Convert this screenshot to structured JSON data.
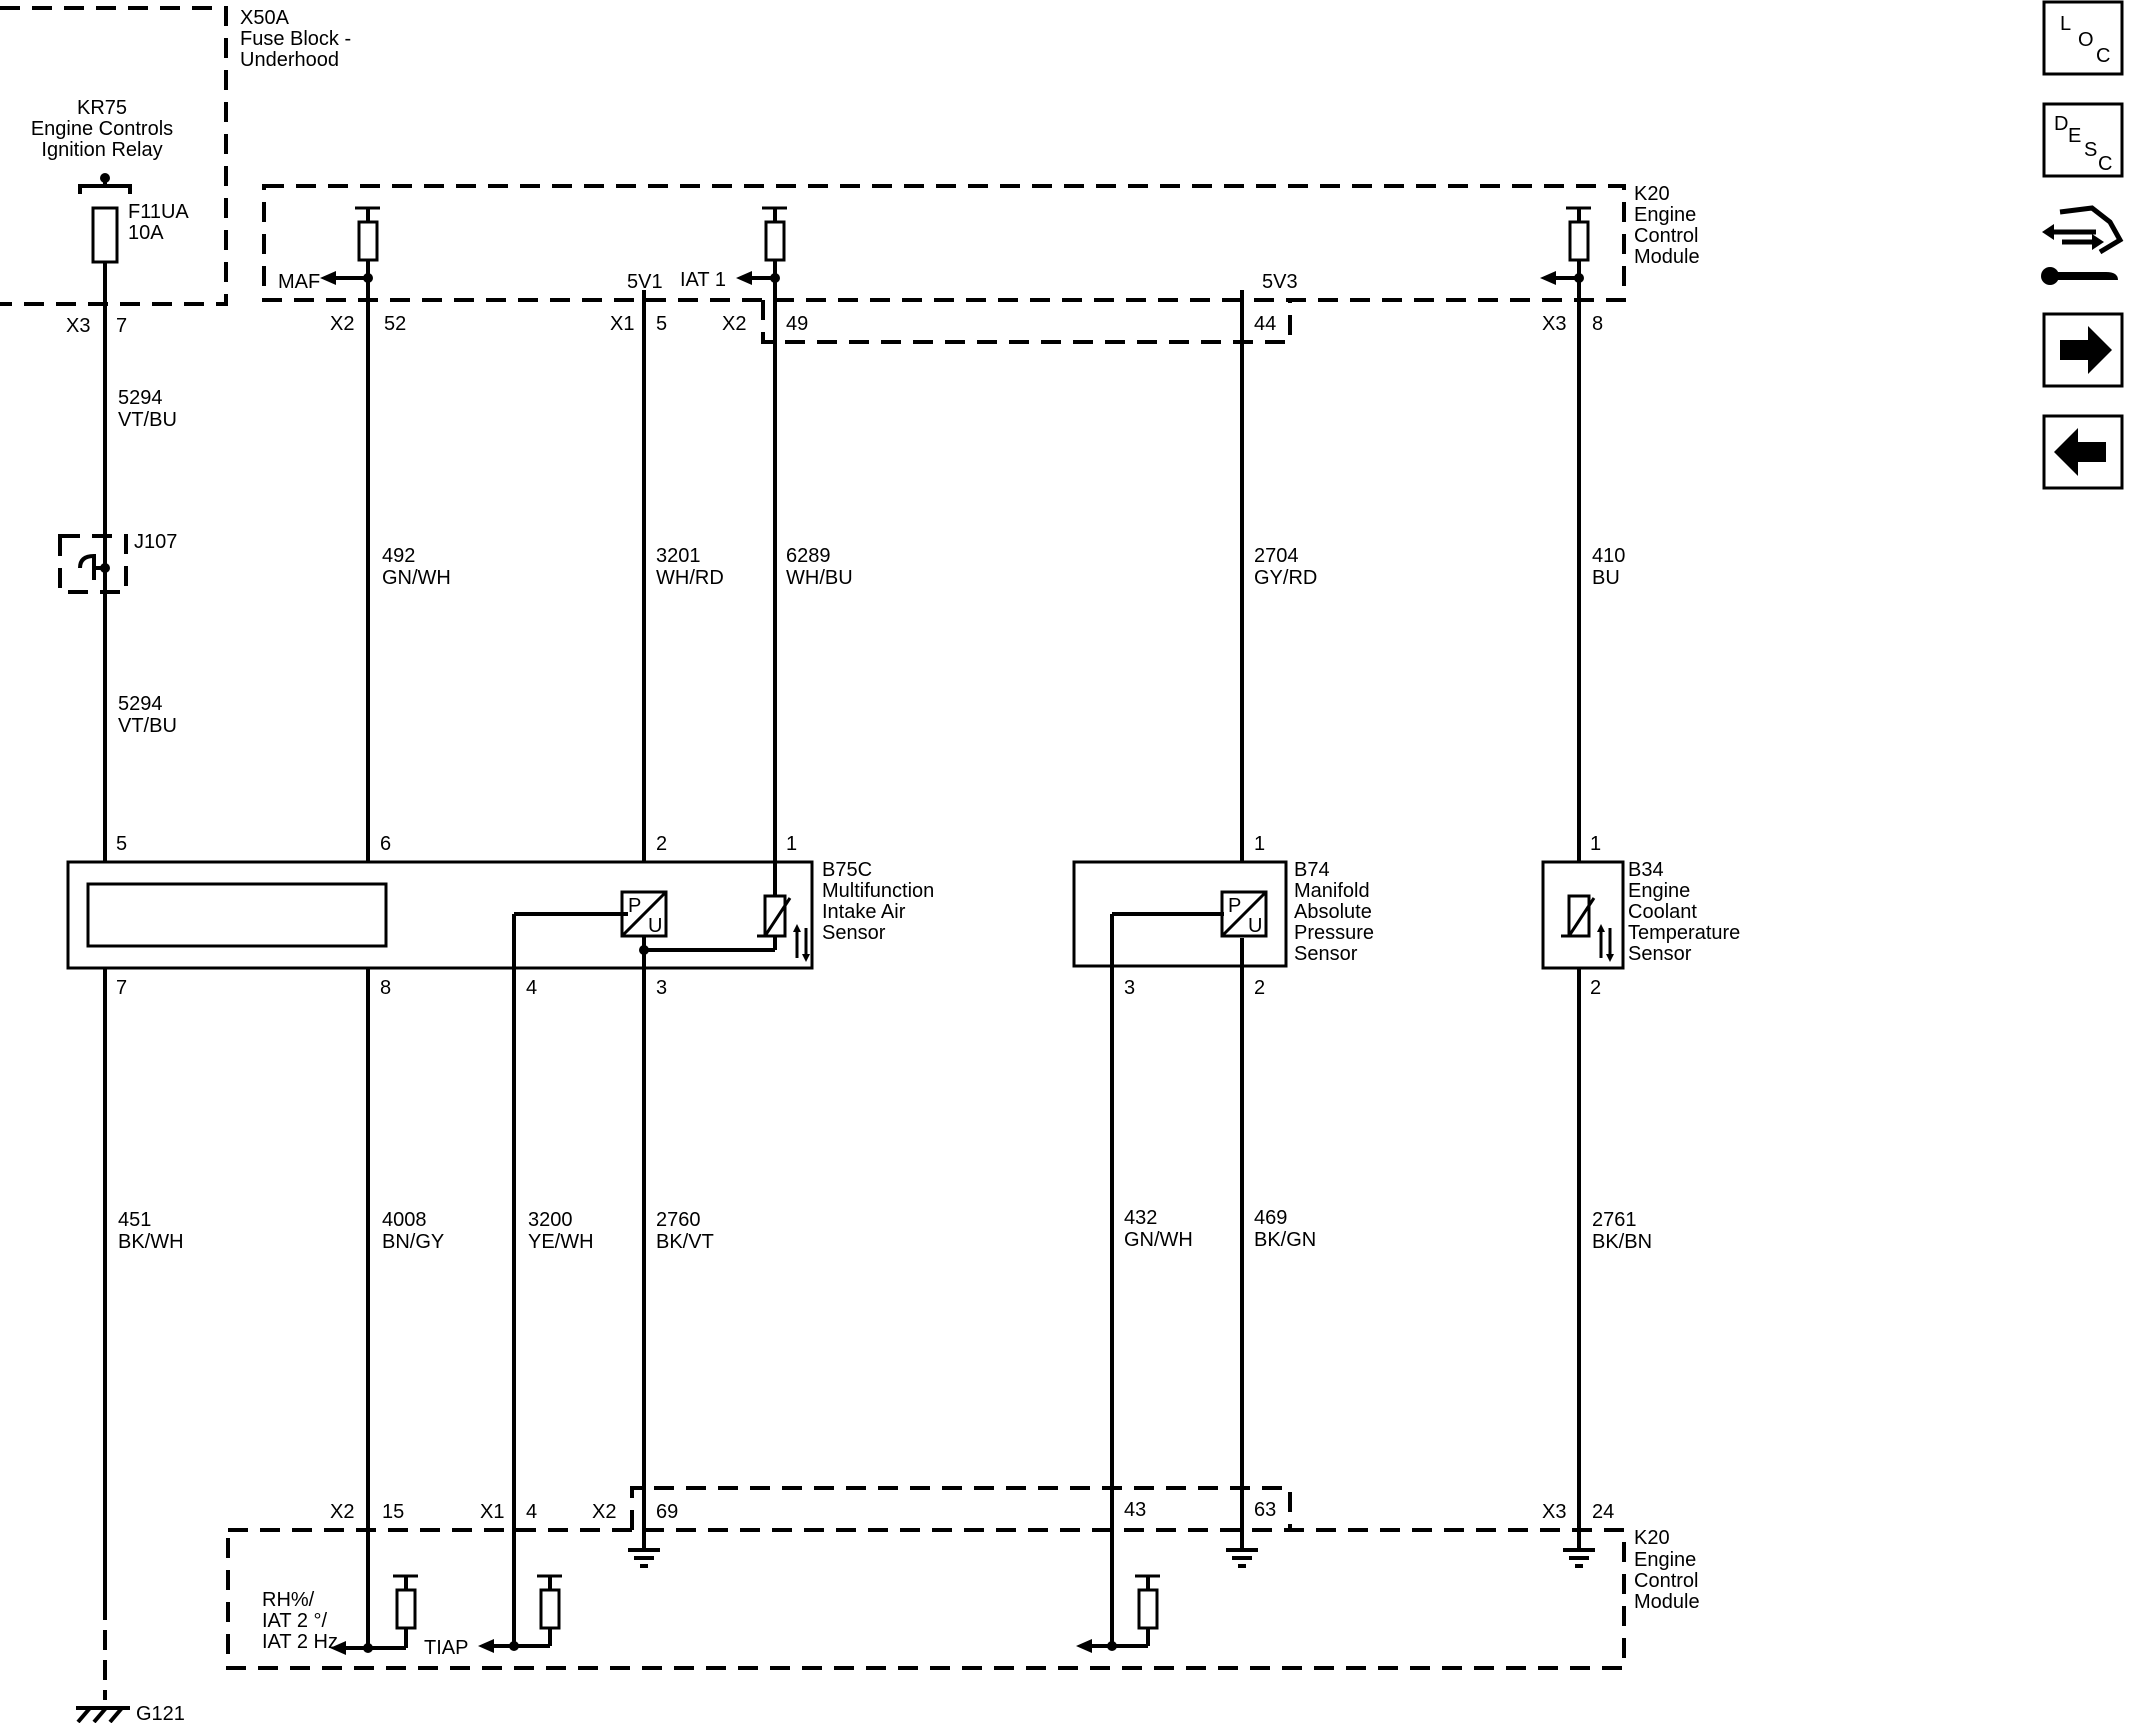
{
  "top_left_component": {
    "ref": "X50A",
    "name": "Fuse Block -\nUnderhood",
    "relay": "KR75\nEngine Controls\nIgnition Relay",
    "fuse": "F11UA\n10A"
  },
  "ecm_top": {
    "ref": "K20",
    "name": "Engine\nControl\nModule"
  },
  "ecm_bottom": {
    "ref": "K20",
    "name": "Engine\nControl\nModule"
  },
  "signals": {
    "maf": "MAF",
    "iat1": "IAT 1",
    "v5v1": "5V1",
    "v5v3": "5V3",
    "rh_iat2": "RH%/\nIAT 2 °/\nIAT 2 Hz",
    "tiap": "TIAP"
  },
  "top_pins": [
    {
      "conn": "X3",
      "pin": "7"
    },
    {
      "conn": "X2",
      "pin": "52"
    },
    {
      "conn": "X1",
      "pin": "5"
    },
    {
      "conn": "X2",
      "pin": "49"
    },
    {
      "pin": "44"
    },
    {
      "conn": "X3",
      "pin": "8"
    }
  ],
  "bottom_pins": [
    {
      "conn": "X2",
      "pin": "15"
    },
    {
      "conn": "X1",
      "pin": "4"
    },
    {
      "conn": "X2",
      "pin": "69"
    },
    {
      "pin": "43"
    },
    {
      "pin": "63"
    },
    {
      "conn": "X3",
      "pin": "24"
    }
  ],
  "wires": [
    {
      "circuit": "5294",
      "color": "VT/BU"
    },
    {
      "circuit": "5294",
      "color": "VT/BU"
    },
    {
      "circuit": "492",
      "color": "GN/WH"
    },
    {
      "circuit": "3201",
      "color": "WH/RD"
    },
    {
      "circuit": "6289",
      "color": "WH/BU"
    },
    {
      "circuit": "2704",
      "color": "GY/RD"
    },
    {
      "circuit": "410",
      "color": "BU"
    },
    {
      "circuit": "451",
      "color": "BK/WH"
    },
    {
      "circuit": "4008",
      "color": "BN/GY"
    },
    {
      "circuit": "3200",
      "color": "YE/WH"
    },
    {
      "circuit": "2760",
      "color": "BK/VT"
    },
    {
      "circuit": "432",
      "color": "GN/WH"
    },
    {
      "circuit": "469",
      "color": "BK/GN"
    },
    {
      "circuit": "2761",
      "color": "BK/BN"
    }
  ],
  "splice": "J107",
  "ground": "G121",
  "sensors": {
    "b75c": {
      "name": "B75C\nMultifunction\nIntake Air\nSensor",
      "pins_top": [
        "5",
        "6",
        "2",
        "1"
      ],
      "pins_bottom": [
        "7",
        "8",
        "4",
        "3"
      ]
    },
    "b74": {
      "name": "B74\nManifold\nAbsolute\nPressure\nSensor",
      "pins_top": [
        "1"
      ],
      "pins_bottom": [
        "3",
        "2"
      ]
    },
    "b34": {
      "name": "B34\nEngine\nCoolant\nTemperature\nSensor",
      "pins_top": [
        "1"
      ],
      "pins_bottom": [
        "2"
      ]
    }
  },
  "symbol_letters": {
    "p": "P",
    "u": "U"
  },
  "nav": [
    {
      "label": "LOC",
      "icon": "location-icon"
    },
    {
      "label": "DESC",
      "icon": "description-icon"
    },
    {
      "label": "",
      "icon": "connector-repair-icon"
    },
    {
      "label": "",
      "icon": "next-arrow-icon"
    },
    {
      "label": "",
      "icon": "previous-arrow-icon"
    }
  ]
}
